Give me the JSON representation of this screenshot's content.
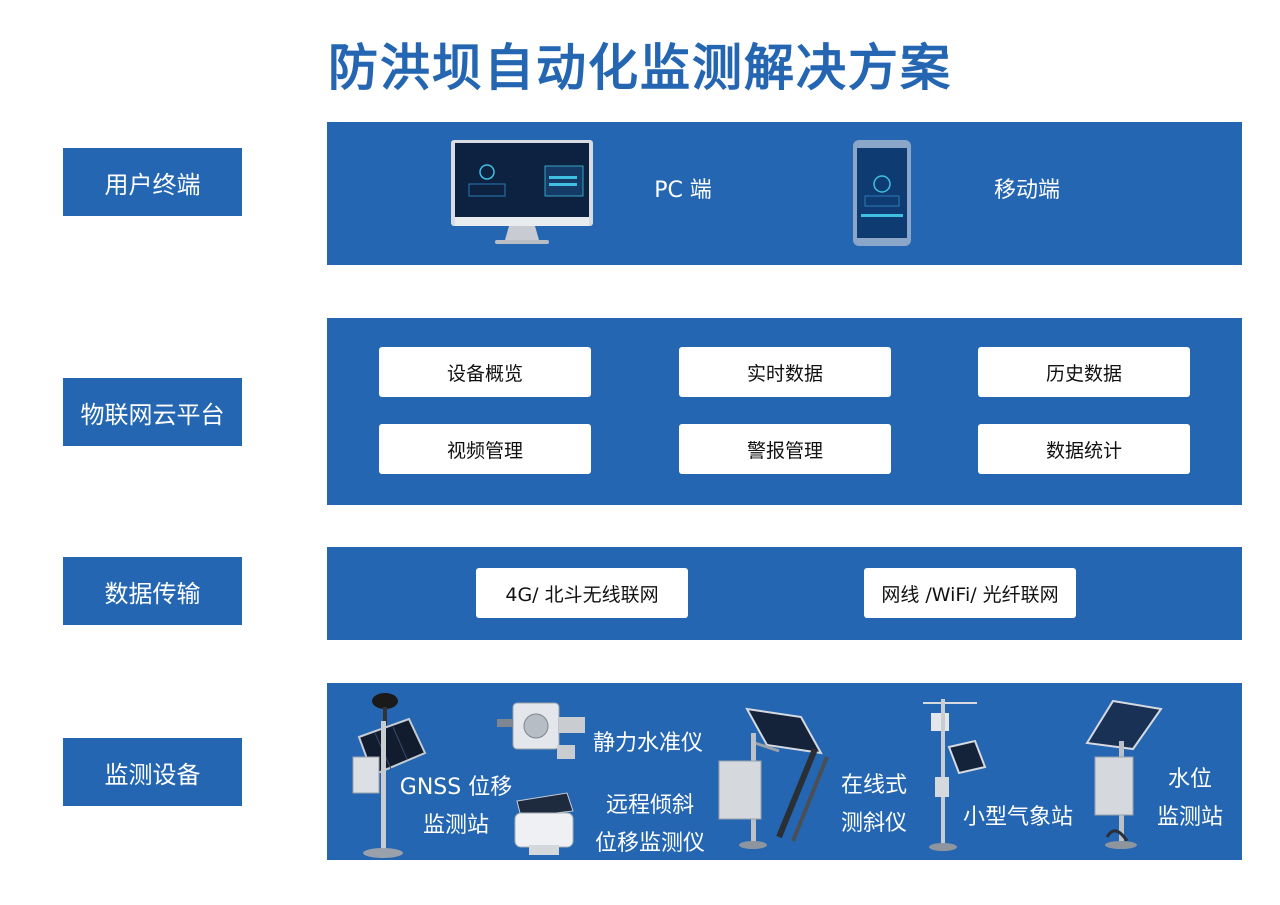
{
  "title": "防洪坝自动化监测解决方案",
  "layers": {
    "user": {
      "label": "用户终端",
      "pc_label": "PC 端",
      "mobile_label": "移动端"
    },
    "platform": {
      "label": "物联网云平台",
      "items": [
        "设备概览",
        "实时数据",
        "历史数据",
        "视频管理",
        "警报管理",
        "数据统计"
      ]
    },
    "transmission": {
      "label": "数据传输",
      "items": [
        "4G/ 北斗无线联网",
        "网线 /WiFi/ 光纤联网"
      ]
    },
    "devices": {
      "label": "监测设备",
      "items": [
        {
          "line1": "GNSS 位移",
          "line2": "监测站",
          "icon": "gnss-station-icon"
        },
        {
          "line1": "静力水准仪",
          "icon": "hydrostatic-level-icon"
        },
        {
          "line1": "远程倾斜",
          "line2": "位移监测仪",
          "icon": "tilt-monitor-icon"
        },
        {
          "line1": "在线式",
          "line2": "测斜仪",
          "icon": "inclinometer-icon"
        },
        {
          "line1": "小型气象站",
          "icon": "weather-station-icon"
        },
        {
          "line1": "水位",
          "line2": "监测站",
          "icon": "water-level-station-icon"
        }
      ]
    }
  },
  "colors": {
    "primary": "#2466b2",
    "box": "#ffffff"
  }
}
